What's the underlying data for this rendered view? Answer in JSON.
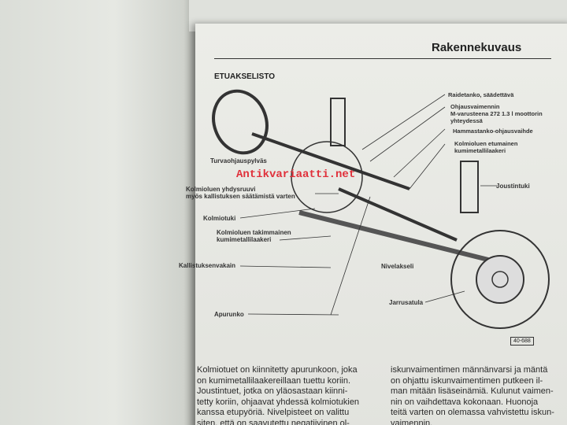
{
  "header": {
    "title": "Rakennekuvaus"
  },
  "section_title": "ETUAKSELISTO",
  "labels": {
    "raidetanko": "Raidetanko, säädettävä",
    "ohjausvaimennin_1": "Ohjausvaimennin",
    "ohjausvaimennin_2": "M-varusteena 272 1.3 l moottorin",
    "ohjausvaimennin_3": "yhteydessä",
    "hammastanko": "Hammastanko-ohjausvaihde",
    "etumainen_1": "Kolmioluen etumainen",
    "etumainen_2": "kumimetallilaakeri",
    "joustintuki": "Joustintuki",
    "turvaohjauspylvas": "Turvaohjauspylväs",
    "yhdysruuvi_1": "Kolmioluen yhdysruuvi",
    "yhdysruuvi_2": "myös kallistuksen säätämistä varten",
    "kolmiotuki": "Kolmiotuki",
    "takimmainen_1": "Kolmioluen takimmainen",
    "takimmainen_2": "kumimetallilaakeri",
    "kallistuksenvakain": "Kallistuksenvakain",
    "nivelakseli": "Nivelakseli",
    "jarrusatula": "Jarrusatula",
    "apurunko": "Apurunko"
  },
  "figure_number": "40-688",
  "watermark": "Antikvariaatti.net",
  "body": {
    "left": [
      "Kolmiotuet on kiinnitetty apurunkoon, joka",
      "on kumimetallilaakereillaan tuettu koriin.",
      "Joustintuet, jotka on yläosastaan kiinni-",
      "tetty koriin, ohjaavat yhdessä kolmiotukien",
      "kanssa etupyöriä. Nivelpisteet on valittu",
      "siten, että on saavutettu negatiivinen ol-"
    ],
    "right": [
      "iskunvaimentimen männänvarsi ja mäntä",
      "on ohjattu iskunvaimentimen putkeen il-",
      "man mitään lisäseinämiä. Kulunut vaimen-",
      "nin on vaihdettava kokonaan. Huonoja",
      "teitä varten on olemassa vahvistettu iskun-",
      "vaimennin."
    ]
  }
}
